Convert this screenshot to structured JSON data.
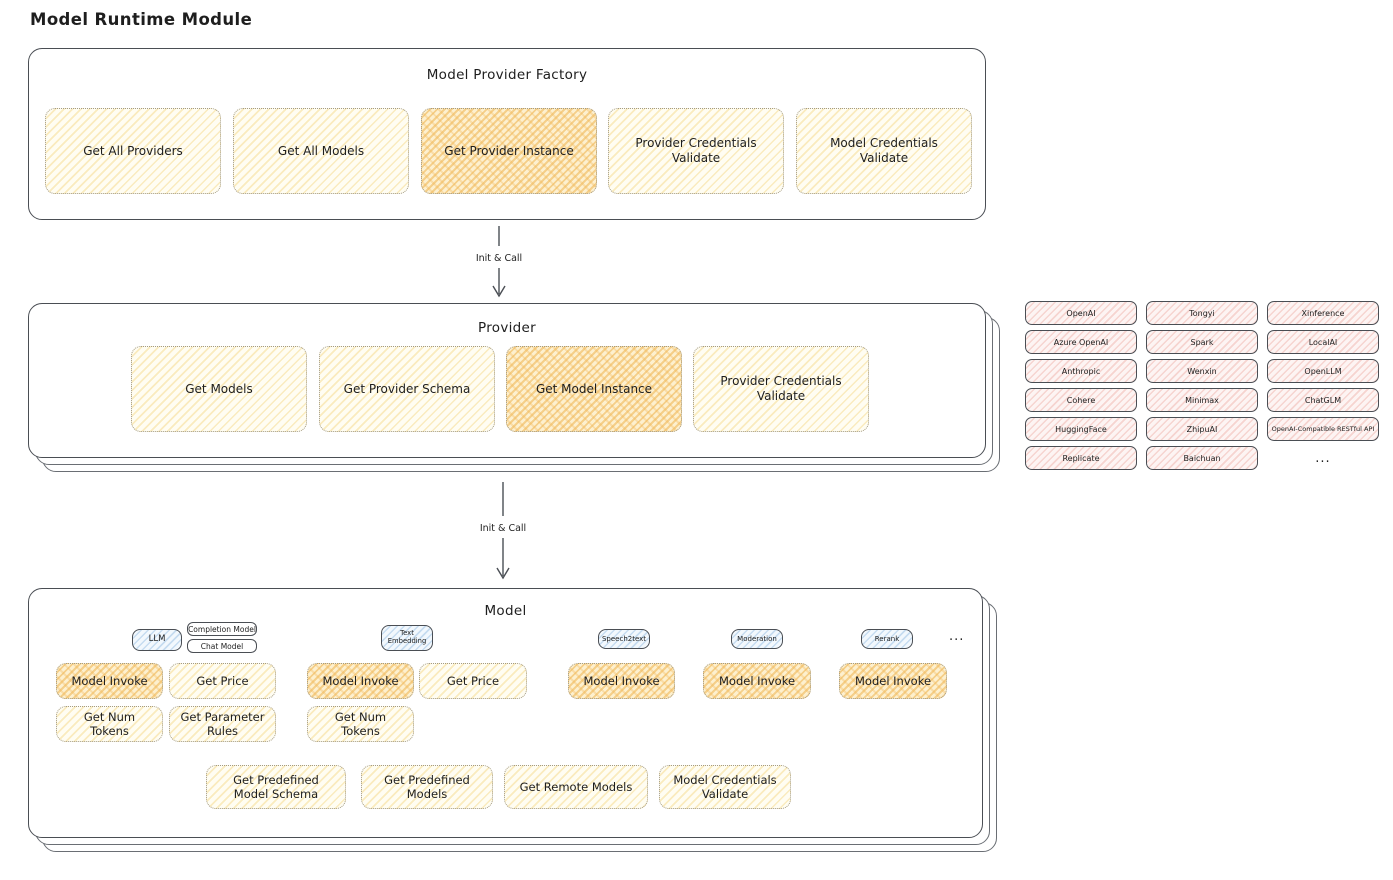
{
  "title": "Model Runtime Module",
  "arrows": {
    "factory_to_provider": "Init & Call",
    "provider_to_model": "Init & Call"
  },
  "factory": {
    "title": "Model Provider Factory",
    "items": [
      {
        "label": "Get All Providers",
        "highlighted": false
      },
      {
        "label": "Get All Models",
        "highlighted": false
      },
      {
        "label": "Get Provider Instance",
        "highlighted": true
      },
      {
        "label": "Provider Credentials Validate",
        "highlighted": false
      },
      {
        "label": "Model Credentials Validate",
        "highlighted": false
      }
    ]
  },
  "provider": {
    "title": "Provider",
    "items": [
      {
        "label": "Get Models",
        "highlighted": false
      },
      {
        "label": "Get Provider Schema",
        "highlighted": false
      },
      {
        "label": "Get Model Instance",
        "highlighted": true
      },
      {
        "label": "Provider Credentials Validate",
        "highlighted": false
      }
    ]
  },
  "providers": {
    "items": [
      "OpenAI",
      "Tongyi",
      "Xinference",
      "Azure OpenAI",
      "Spark",
      "LocalAI",
      "Anthropic",
      "Wenxin",
      "OpenLLM",
      "Cohere",
      "Minimax",
      "ChatGLM",
      "HuggingFace",
      "ZhipuAI",
      "OpenAI-Compatible RESTful API",
      "Replicate",
      "Baichuan",
      "..."
    ]
  },
  "model": {
    "title": "Model",
    "more": "...",
    "groups": [
      {
        "type": "LLM",
        "badges": [
          "Completion Model",
          "Chat Model"
        ],
        "ops": [
          "Model Invoke",
          "Get Price",
          "Get Num Tokens",
          "Get Parameter Rules"
        ]
      },
      {
        "type": "Text Embedding",
        "ops": [
          "Model Invoke",
          "Get Price",
          "Get Num Tokens"
        ]
      },
      {
        "type": "Speech2text",
        "ops": [
          "Model Invoke"
        ]
      },
      {
        "type": "Moderation",
        "ops": [
          "Model Invoke"
        ]
      },
      {
        "type": "Rerank",
        "ops": [
          "Model Invoke"
        ]
      }
    ],
    "common_ops": [
      "Get Predefined Model Schema",
      "Get Predefined Models",
      "Get Remote Models",
      "Model Credentials Validate"
    ]
  },
  "colors": {
    "stroke": "#4a4e54",
    "node_yellow_base": "#fffdf2",
    "node_yellow_hatch": "#f4d57e",
    "node_highlight_hatch": "#f0b95a",
    "tag_blue_hatch": "#7dafdc",
    "provider_pink_hatch": "#eba096"
  }
}
